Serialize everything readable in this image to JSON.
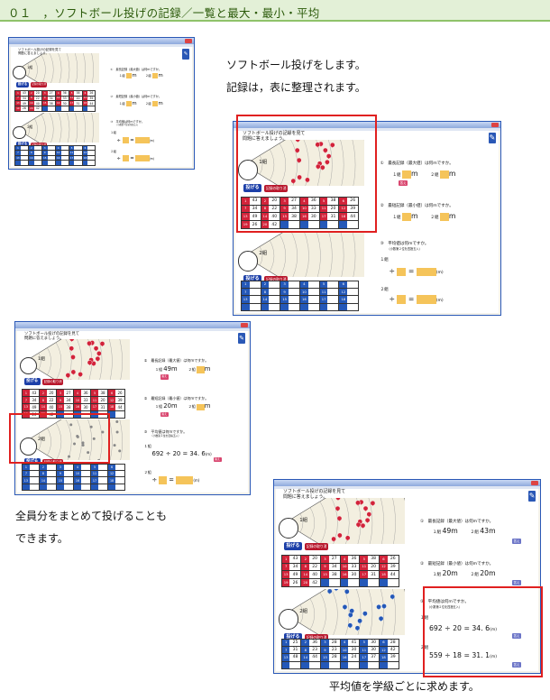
{
  "header": {
    "title": "０１　，ソフトボール投げの記録／一覧と最大・最小・平均"
  },
  "captions": {
    "c1a": "ソフトボール投げをします。",
    "c1b": "記録は，表に整理されます。",
    "c2a": "全員分をまとめて投げることも",
    "c2b": "できます。",
    "c3": "平均値を学級ごとに求めます。"
  },
  "app": {
    "prompt_line1": "ソフトボール投げの記録を見て",
    "prompt_line2": "問題に答えましょう。",
    "group1": "1組",
    "group2": "2組",
    "throw_label": "投げる",
    "record_label": "記録の取り消し",
    "pen_icon": "✎",
    "q1": "①　最長記録（最大値）は何mですか。",
    "q2": "②　最短記録（最小値）は何mですか。",
    "q3": "③　平均値は何mですか。",
    "q3_note": "（小数第２位を四捨五入）",
    "class1": "１組",
    "class2": "２組",
    "unit_m": "m",
    "unit_paren_m": "(m)",
    "answer_label": "答え",
    "divide": "÷",
    "equals": "=",
    "class1_sum": "692",
    "class1_count": "20",
    "class1_avg": "34. 6",
    "class2_sum": "559",
    "class2_count": "18",
    "class2_avg": "31. 1",
    "max1": "49",
    "max2": "43",
    "min1": "20",
    "min2": "20",
    "g1_records": [
      43,
      20,
      27,
      36,
      38,
      26,
      34,
      22,
      34,
      33,
      20,
      39,
      49,
      40,
      38,
      30,
      31,
      44,
      26,
      42
    ],
    "g2_records": [
      25,
      36,
      28,
      41,
      30,
      28,
      31,
      23,
      23,
      30,
      30,
      42,
      48,
      44,
      28,
      24,
      37,
      39
    ]
  }
}
